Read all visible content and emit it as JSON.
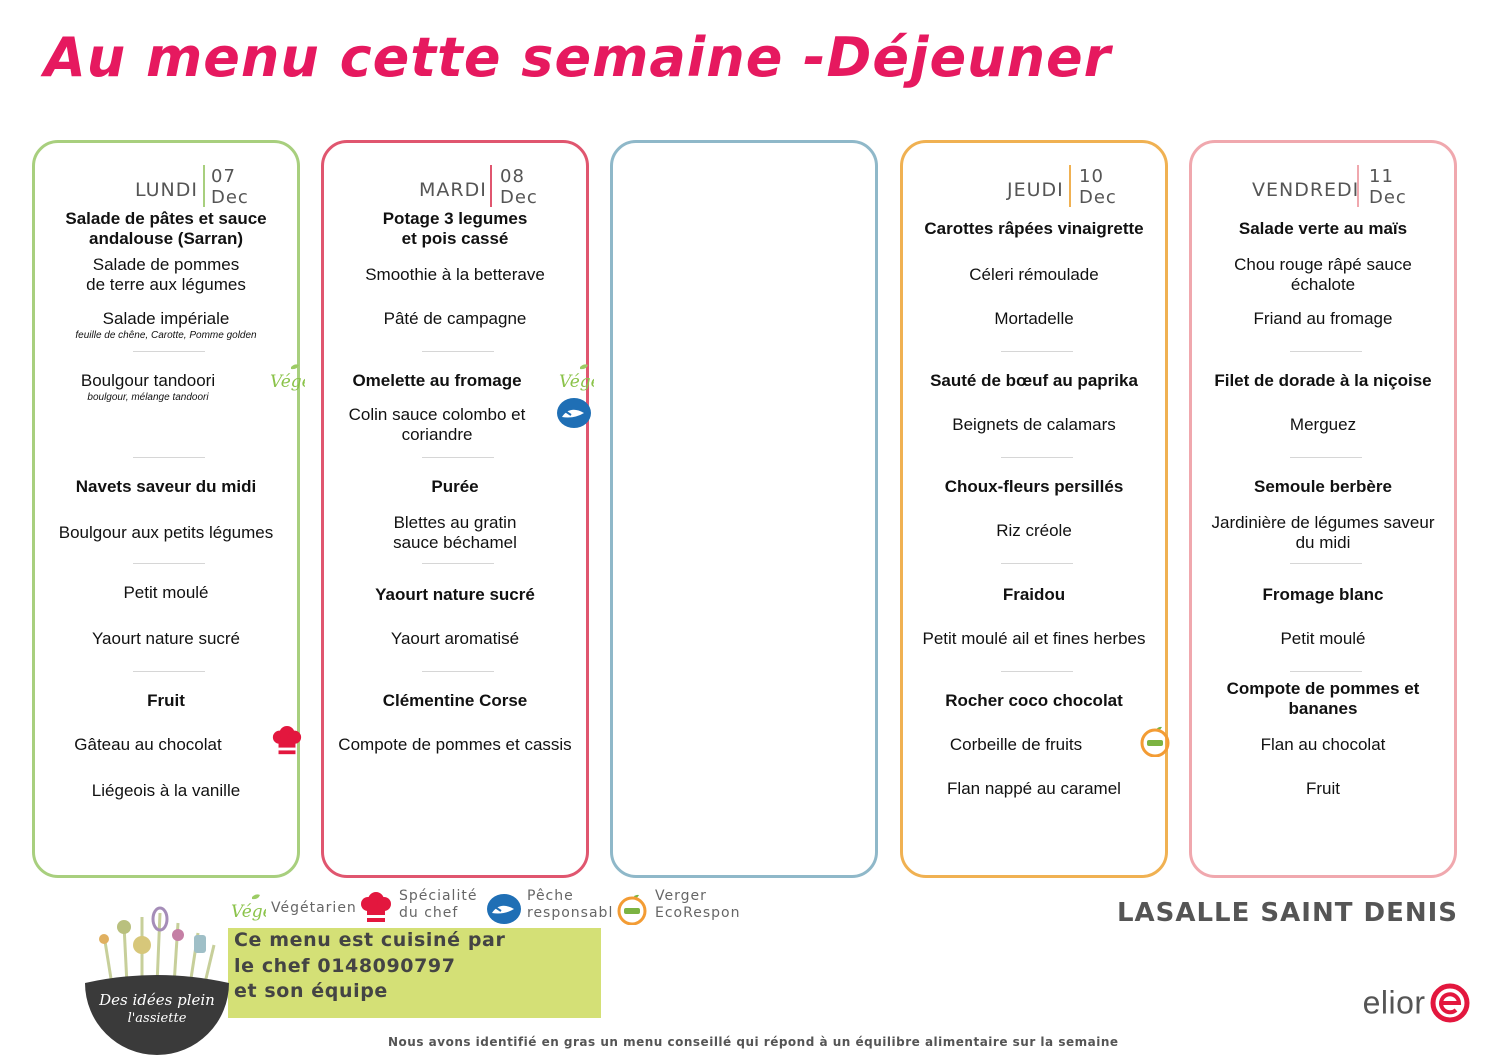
{
  "title": "Au menu cette semaine -Déjeuner",
  "days": [
    {
      "name": "LUNDI",
      "date_num": "07",
      "date_month": "Dec",
      "color": "#a8cf7e",
      "items": [
        {
          "lines": [
            "Salade de pâtes et sauce",
            "andalouse (Sarran)"
          ],
          "bold": true
        },
        {
          "lines": [
            "Salade de pommes",
            "de terre aux légumes"
          ],
          "bold": false
        },
        {
          "lines": [
            "Salade impériale"
          ],
          "sub": "feuille de chêne, Carotte, Pomme golden",
          "bold": false
        },
        {
          "lines": [
            "Boulgour tandoori"
          ],
          "sub": "boulgour, mélange tandoori",
          "bold": false,
          "icon": "vege-icon"
        },
        {
          "lines": [
            "Navets saveur du midi"
          ],
          "bold": true
        },
        {
          "lines": [
            "Boulgour aux petits légumes"
          ],
          "bold": false
        },
        {
          "lines": [
            "Petit moulé"
          ],
          "bold": false
        },
        {
          "lines": [
            "Yaourt nature sucré"
          ],
          "bold": false
        },
        {
          "lines": [
            "Fruit"
          ],
          "bold": true
        },
        {
          "lines": [
            "Gâteau au chocolat"
          ],
          "bold": false,
          "icon": "chef-hat-icon"
        },
        {
          "lines": [
            "Liégeois à la vanille"
          ],
          "bold": false
        }
      ]
    },
    {
      "name": "MARDI",
      "date_num": "08",
      "date_month": "Dec",
      "color": "#e0566f",
      "items": [
        {
          "lines": [
            "Potage 3 legumes",
            "et pois cassé"
          ],
          "bold": true
        },
        {
          "lines": [
            "Smoothie à la betterave"
          ],
          "bold": false
        },
        {
          "lines": [
            "Pâté de campagne"
          ],
          "bold": false
        },
        {
          "lines": [
            "Omelette au fromage"
          ],
          "bold": true,
          "icon": "vege-icon"
        },
        {
          "lines": [
            "Colin sauce colombo et",
            "coriandre"
          ],
          "bold": false,
          "icon": "fish-icon"
        },
        {
          "lines": [
            "Purée"
          ],
          "bold": true
        },
        {
          "lines": [
            "Blettes au gratin",
            "sauce béchamel"
          ],
          "bold": false
        },
        {
          "lines": [
            "Yaourt nature sucré"
          ],
          "bold": true
        },
        {
          "lines": [
            "Yaourt aromatisé"
          ],
          "bold": false
        },
        {
          "lines": [
            "Clémentine Corse"
          ],
          "bold": true
        },
        {
          "lines": [
            "Compote de pommes et cassis"
          ],
          "bold": false
        }
      ]
    },
    {
      "name": "",
      "date_num": "",
      "date_month": "",
      "color": "#8fb8c9",
      "items": []
    },
    {
      "name": "JEUDI",
      "date_num": "10",
      "date_month": "Dec",
      "color": "#f0b152",
      "items": [
        {
          "lines": [
            "Carottes râpées vinaigrette"
          ],
          "bold": true
        },
        {
          "lines": [
            "Céleri rémoulade"
          ],
          "bold": false
        },
        {
          "lines": [
            "Mortadelle"
          ],
          "bold": false
        },
        {
          "lines": [
            "Sauté de bœuf au paprika"
          ],
          "bold": true
        },
        {
          "lines": [
            "Beignets de calamars"
          ],
          "bold": false
        },
        {
          "lines": [
            "Choux-fleurs persillés"
          ],
          "bold": true
        },
        {
          "lines": [
            "Riz créole"
          ],
          "bold": false
        },
        {
          "lines": [
            "Fraidou"
          ],
          "bold": true
        },
        {
          "lines": [
            "Petit moulé ail et fines herbes"
          ],
          "bold": false
        },
        {
          "lines": [
            "Rocher coco chocolat"
          ],
          "bold": true
        },
        {
          "lines": [
            "Corbeille de fruits"
          ],
          "bold": false,
          "icon": "verger-icon"
        },
        {
          "lines": [
            "Flan nappé au caramel"
          ],
          "bold": false
        }
      ]
    },
    {
      "name": "VENDREDI",
      "date_num": "11",
      "date_month": "Dec",
      "color": "#f0a8ae",
      "items": [
        {
          "lines": [
            "Salade verte au maïs"
          ],
          "bold": true
        },
        {
          "lines": [
            "Chou rouge râpé sauce",
            "échalote"
          ],
          "bold": false
        },
        {
          "lines": [
            "Friand au fromage"
          ],
          "bold": false
        },
        {
          "lines": [
            "Filet de dorade à la niçoise"
          ],
          "bold": true
        },
        {
          "lines": [
            "Merguez"
          ],
          "bold": false
        },
        {
          "lines": [
            "Semoule berbère"
          ],
          "bold": true
        },
        {
          "lines": [
            "Jardinière de légumes saveur",
            "du midi"
          ],
          "bold": false
        },
        {
          "lines": [
            "Fromage blanc"
          ],
          "bold": true
        },
        {
          "lines": [
            "Petit moulé"
          ],
          "bold": false
        },
        {
          "lines": [
            "Compote de pommes et",
            "bananes"
          ],
          "bold": true
        },
        {
          "lines": [
            "Flan au chocolat"
          ],
          "bold": false
        },
        {
          "lines": [
            "Fruit"
          ],
          "bold": false
        }
      ]
    }
  ],
  "legend": [
    {
      "icon": "vege-icon",
      "label1": "Végétarien",
      "label2": ""
    },
    {
      "icon": "chef-hat-icon",
      "label1": "Spécialité",
      "label2": "du chef"
    },
    {
      "icon": "fish-icon",
      "label1": "Pêche",
      "label2": "responsabl"
    },
    {
      "icon": "verger-icon",
      "label1": "Verger",
      "label2": "EcoRespon"
    }
  ],
  "vege_label": "Vége",
  "chef_box": {
    "line1": "Ce menu est cuisiné par",
    "line2": "le chef 0148090797",
    "line3": "et son équipe"
  },
  "logo_text": {
    "line1": "Des idées plein",
    "line2": "l'assiette"
  },
  "school": "LASALLE SAINT DENIS",
  "brand": "elior",
  "footer": "Nous avons identifié en gras un menu conseillé qui répond à un équilibre alimentaire sur la semaine",
  "colors": {
    "title": "#e6195f",
    "chef_box": "#d4e076",
    "elior": "#e3173e"
  }
}
